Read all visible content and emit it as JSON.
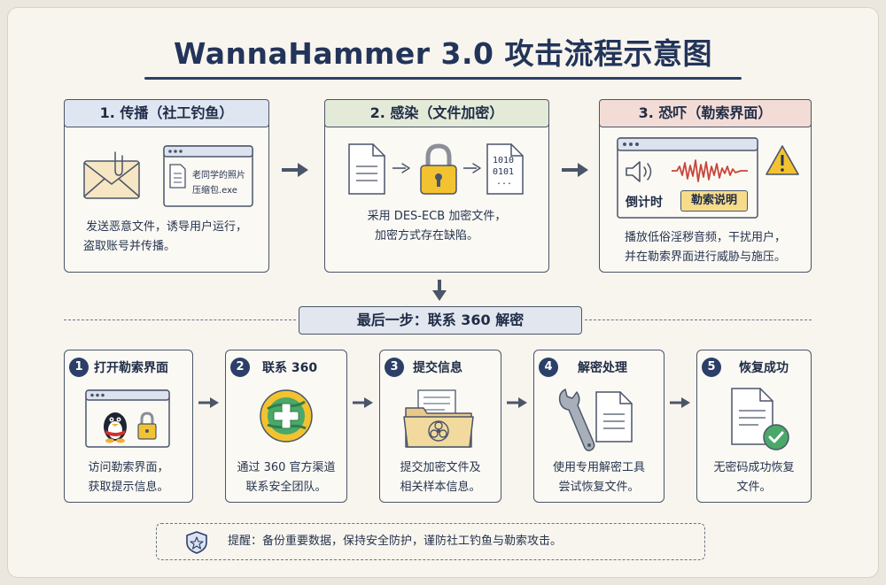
{
  "title": "WannaHammer 3.0 攻击流程示意图",
  "stages": [
    {
      "label": "1. 传播（社工钓鱼）",
      "file_name_line1": "老同学的照片",
      "file_name_line2": "压缩包.exe",
      "desc_line1": "发送恶意文件，诱导用户运行，",
      "desc_line2": "盗取账号并传播。",
      "head_color": "#dfe6f1"
    },
    {
      "label": "2. 感染（文件加密）",
      "binary_line1": "1010",
      "binary_line2": "0101",
      "binary_line3": "...",
      "desc_line1": "采用 DES-ECB 加密文件，",
      "desc_line2": "加密方式存在缺陷。",
      "head_color": "#e3ead8"
    },
    {
      "label": "3. 恐吓（勒索界面）",
      "countdown_label": "倒计时",
      "ransom_button": "勒索说明",
      "desc_line1": "播放低俗淫秽音频，干扰用户，",
      "desc_line2": "并在勒索界面进行威胁与施压。",
      "head_color": "#f3dcd6"
    }
  ],
  "final_step_label": "最后一步：联系 360 解密",
  "steps": [
    {
      "num": "1",
      "title": "打开勒索界面",
      "desc_line1": "访问勒索界面，",
      "desc_line2": "获取提示信息。"
    },
    {
      "num": "2",
      "title": "联系 360",
      "desc_line1": "通过 360 官方渠道",
      "desc_line2": "联系安全团队。"
    },
    {
      "num": "3",
      "title": "提交信息",
      "desc_line1": "提交加密文件及",
      "desc_line2": "相关样本信息。"
    },
    {
      "num": "4",
      "title": "解密处理",
      "desc_line1": "使用专用解密工具",
      "desc_line2": "尝试恢复文件。"
    },
    {
      "num": "5",
      "title": "恢复成功",
      "desc_line1": "无密码成功恢复",
      "desc_line2": "文件。"
    }
  ],
  "reminder": "提醒：备份重要数据，保持安全防护，谨防社工钓鱼与勒索攻击。",
  "colors": {
    "accent": "#2c3f68",
    "warning": "#f2c230",
    "success": "#4aa868",
    "waveform": "#c9453c"
  }
}
